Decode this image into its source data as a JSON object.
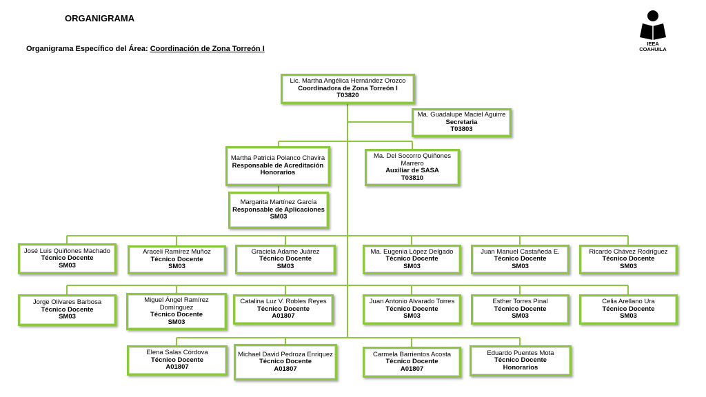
{
  "header": {
    "title": "ORGANIGRAMA",
    "subtitle_prefix": "Organigrama Específico del Área:",
    "subtitle_area": "Coordinación de Zona Torreón I"
  },
  "logo": {
    "icon": "reader-figure-icon",
    "line1": "IEEA",
    "line2": "COAHUILA"
  },
  "colors": {
    "box_border": "#8dc63f",
    "connector": "#8dc63f"
  },
  "nodes": {
    "coordinadora": {
      "name": "Lic. Martha Angélica Hernández Orozco",
      "role": "Coordinadora de Zona Torreón I",
      "code": "T03820"
    },
    "secretaria": {
      "name": "Ma. Guadalupe Maciel Aguirre",
      "role": "Secretaria",
      "code": "T03803"
    },
    "acreditacion": {
      "name": "Martha Patricia Polanco Chavira",
      "role": "Responsable de Acreditación",
      "code": "Honorarios"
    },
    "sasa": {
      "name": "Ma. Del Socorro Quiñones Marrero",
      "role": "Auxiliar de SASA",
      "code": "T03810"
    },
    "aplicaciones": {
      "name": "Margarita Martínez García",
      "role": "Responsable de Aplicaciones",
      "code": "SM03"
    },
    "r1": [
      {
        "name": "José Luis Quiñones Machado",
        "role": "Técnico Docente",
        "code": "SM03"
      },
      {
        "name": "Araceli Ramírez Muñoz",
        "role": "Técnico Docente",
        "code": "SM03"
      },
      {
        "name": "Graciela Adame Juárez",
        "role": "Técnico Docente",
        "code": "SM03"
      },
      {
        "name": "Ma. Eugenia López Delgado",
        "role": "Técnico Docente",
        "code": "SM03"
      },
      {
        "name": "Juan Manuel Castañeda E.",
        "role": "Técnico Docente",
        "code": "SM03"
      },
      {
        "name": "Ricardo Chávez Rodríguez",
        "role": "Técnico Docente",
        "code": "SM03"
      }
    ],
    "r2": [
      {
        "name": "Jorge Olivares Barbosa",
        "role": "Técnico Docente",
        "code": "SM03"
      },
      {
        "name": "Miguel Ángel Ramírez Domínguez",
        "role": "Técnico Docente",
        "code": "SM03"
      },
      {
        "name": "Catalina Luz V. Robles Reyes",
        "role": "Técnico Docente",
        "code": "A01807"
      },
      {
        "name": "Juan Antonio Alvarado Torres",
        "role": "Técnico Docente",
        "code": "SM03"
      },
      {
        "name": "Esther Torres Pinal",
        "role": "Técnico Docente",
        "code": "SM03"
      },
      {
        "name": "Celia Arellano Ura",
        "role": "Técnico Docente",
        "code": "SM03"
      }
    ],
    "r3": [
      {
        "name": "Elena Salas Córdova",
        "role": "Técnico Docente",
        "code": "A01807"
      },
      {
        "name": "Michael David Pedroza Enriquez",
        "role": "Técnico Docente",
        "code": "A01807"
      },
      {
        "name": "Carmela Barrientos Acosta",
        "role": "Técnico Docente",
        "code": "A01807"
      },
      {
        "name": "Eduardo Puentes Mota",
        "role": "Técnico Docente",
        "code": "Honorarios"
      }
    ]
  }
}
